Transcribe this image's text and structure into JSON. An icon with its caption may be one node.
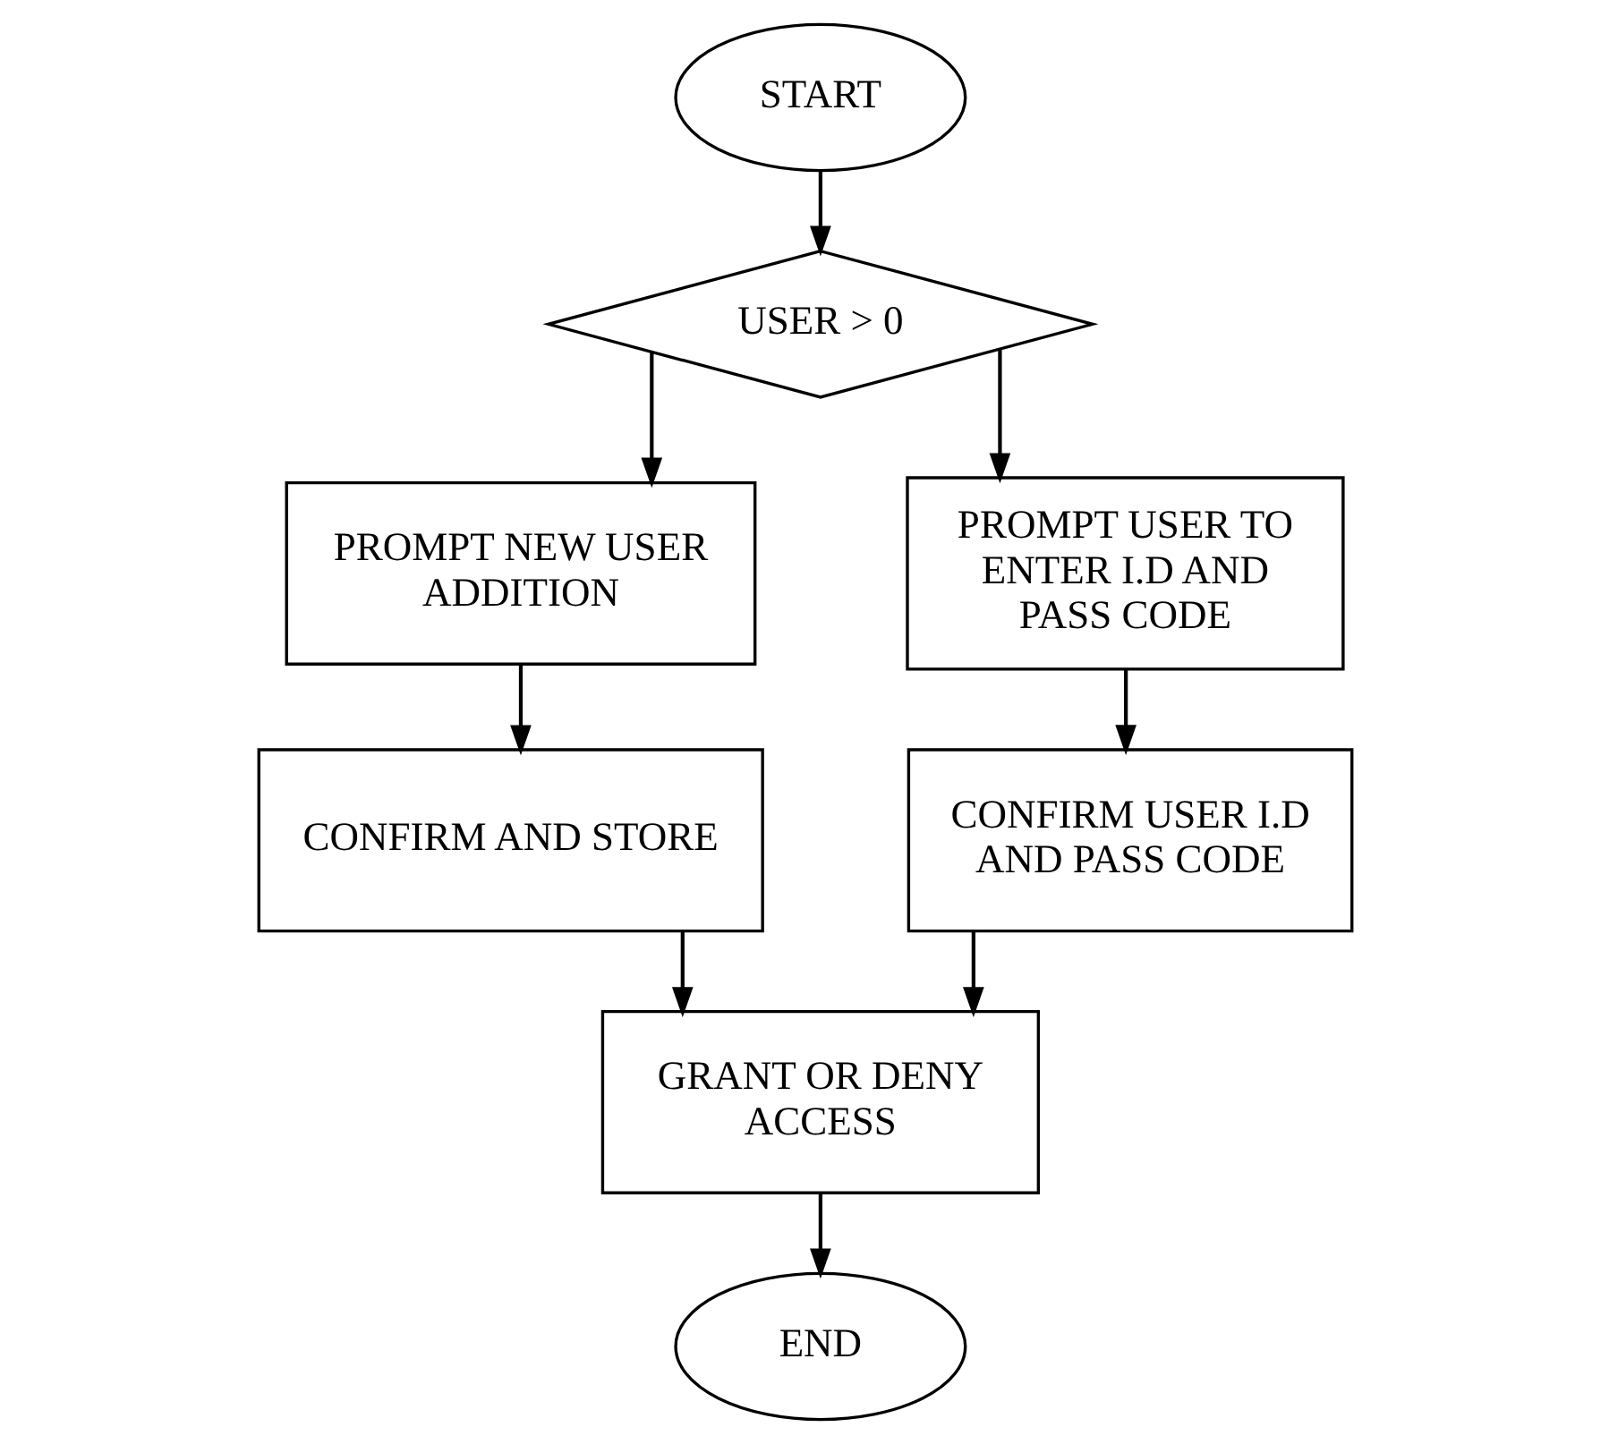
{
  "diagram": {
    "nodes": [
      {
        "text": [
          "START"
        ]
      },
      {
        "text": [
          "USER > 0"
        ]
      },
      {
        "text": [
          "PROMPT NEW USER ADDITION"
        ]
      },
      {
        "text": [
          "PROMPT USER TO ENTER I.D AND PASS CODE"
        ]
      },
      {
        "text": [
          "CONFIRM AND STORE"
        ]
      },
      {
        "text": [
          "CONFIRM USER I.D AND PASS CODE"
        ]
      },
      {
        "text": [
          "GRANT OR DENY ACCESS"
        ]
      },
      {
        "text": [
          "END"
        ]
      }
    ],
    "edges": [
      {
        "from": 0,
        "to": 1,
        "arrow": "to"
      },
      {
        "from": 1,
        "to": 2,
        "arrow": "to"
      },
      {
        "from": 1,
        "to": 3,
        "arrow": "to"
      },
      {
        "from": 2,
        "to": 4,
        "arrow": "to"
      },
      {
        "from": 3,
        "to": 5,
        "arrow": "to"
      },
      {
        "from": 4,
        "to": 6,
        "arrow": "to"
      },
      {
        "from": 5,
        "to": 6,
        "arrow": "to"
      },
      {
        "from": 6,
        "to": 7,
        "arrow": "to"
      }
    ]
  }
}
